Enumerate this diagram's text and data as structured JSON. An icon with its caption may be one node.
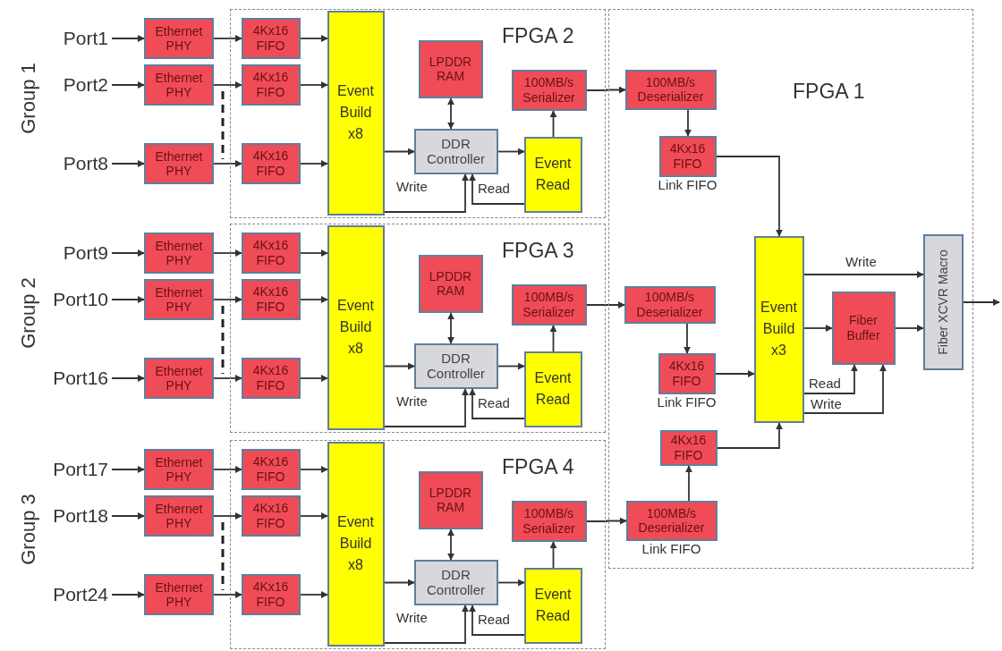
{
  "diagram": {
    "nodes": [
      {
        "text": [
          "Port1"
        ]
      },
      {
        "text": [
          "Port2"
        ]
      },
      {
        "text": [
          "Port8"
        ]
      },
      {
        "text": [
          "Ethernet PHY"
        ]
      },
      {
        "text": [
          "Ethernet PHY"
        ]
      },
      {
        "text": [
          "Ethernet PHY"
        ]
      },
      {
        "text": [
          "FPGA 2"
        ]
      },
      {
        "text": [
          "4Kx16 FIFO"
        ],
        "in": 6
      },
      {
        "text": [
          "4Kx16 FIFO"
        ],
        "in": 6
      },
      {
        "text": [
          "4Kx16 FIFO"
        ],
        "in": 6
      },
      {
        "text": [
          "Event Build x8"
        ],
        "in": 6
      },
      {
        "text": [
          "LPDDR RAM"
        ],
        "in": 6
      },
      {
        "text": [
          "DDR Controller"
        ],
        "in": 6
      },
      {
        "text": [
          "100MB/s Serializer"
        ],
        "in": 6
      },
      {
        "text": [
          "Event Read"
        ],
        "in": 6
      },
      {
        "text": [
          "Port9"
        ]
      },
      {
        "text": [
          "Port10"
        ]
      },
      {
        "text": [
          "Port16"
        ]
      },
      {
        "text": [
          "Ethernet PHY"
        ]
      },
      {
        "text": [
          "Ethernet PHY"
        ]
      },
      {
        "text": [
          "Ethernet PHY"
        ]
      },
      {
        "text": [
          "FPGA 3"
        ]
      },
      {
        "text": [
          "4Kx16 FIFO"
        ],
        "in": 21
      },
      {
        "text": [
          "4Kx16 FIFO"
        ],
        "in": 21
      },
      {
        "text": [
          "4Kx16 FIFO"
        ],
        "in": 21
      },
      {
        "text": [
          "Event Build x8"
        ],
        "in": 21
      },
      {
        "text": [
          "LPDDR RAM"
        ],
        "in": 21
      },
      {
        "text": [
          "DDR Controller"
        ],
        "in": 21
      },
      {
        "text": [
          "100MB/s Serializer"
        ],
        "in": 21
      },
      {
        "text": [
          "Event Read"
        ],
        "in": 21
      },
      {
        "text": [
          "Port17"
        ]
      },
      {
        "text": [
          "Port18"
        ]
      },
      {
        "text": [
          "Port24"
        ]
      },
      {
        "text": [
          "Ethernet PHY"
        ]
      },
      {
        "text": [
          "Ethernet PHY"
        ]
      },
      {
        "text": [
          "Ethernet PHY"
        ]
      },
      {
        "text": [
          "FPGA 4"
        ]
      },
      {
        "text": [
          "4Kx16 FIFO"
        ],
        "in": 36
      },
      {
        "text": [
          "4Kx16 FIFO"
        ],
        "in": 36
      },
      {
        "text": [
          "4Kx16 FIFO"
        ],
        "in": 36
      },
      {
        "text": [
          "Event Build x8"
        ],
        "in": 36
      },
      {
        "text": [
          "LPDDR RAM"
        ],
        "in": 36
      },
      {
        "text": [
          "DDR Controller"
        ],
        "in": 36
      },
      {
        "text": [
          "100MB/s Serializer"
        ],
        "in": 36
      },
      {
        "text": [
          "Event Read"
        ],
        "in": 36
      },
      {
        "text": [
          "FPGA 1"
        ]
      },
      {
        "text": [
          "100MB/s Deserializer"
        ],
        "in": 45
      },
      {
        "text": [
          "4Kx16 FIFO"
        ],
        "beside": [
          "Link FIFO"
        ],
        "in": 45
      },
      {
        "text": [
          "100MB/s Deserializer"
        ],
        "in": 45
      },
      {
        "text": [
          "4Kx16 FIFO"
        ],
        "beside": [
          "Link FIFO"
        ],
        "in": 45
      },
      {
        "text": [
          "4Kx16 FIFO"
        ],
        "in": 45
      },
      {
        "text": [
          "100MB/s Deserializer"
        ],
        "beside": [
          "Link FIFO"
        ],
        "in": 45
      },
      {
        "text": [
          "Event Build x3"
        ],
        "in": 45
      },
      {
        "text": [
          "Fiber Buffer"
        ],
        "in": 45
      },
      {
        "text": [
          "Fiber XCVR Macro"
        ],
        "in": 45
      }
    ],
    "edges": [
      {
        "from": 0,
        "to": 3,
        "arrow": "to"
      },
      {
        "from": 1,
        "to": 4,
        "arrow": "to"
      },
      {
        "from": 2,
        "to": 5,
        "arrow": "to"
      },
      {
        "from": 3,
        "to": 7,
        "arrow": "to"
      },
      {
        "from": 4,
        "to": 8,
        "arrow": "to"
      },
      {
        "from": 5,
        "to": 9,
        "arrow": "to"
      },
      {
        "from": 7,
        "to": 10,
        "arrow": "to"
      },
      {
        "from": 8,
        "to": 10,
        "arrow": "to"
      },
      {
        "from": 9,
        "to": 10,
        "arrow": "to"
      },
      {
        "from": 10,
        "to": 12,
        "arrow": "to"
      },
      {
        "from": 11,
        "to": 12,
        "arrow": "both"
      },
      {
        "from": 12,
        "to": 14,
        "arrow": "to"
      },
      {
        "from": 14,
        "to": 13,
        "arrow": "to"
      },
      {
        "from": 10,
        "to": 12,
        "arrow": "to",
        "label": "Write"
      },
      {
        "from": 14,
        "to": 12,
        "arrow": "to",
        "label": "Read"
      },
      {
        "from": 13,
        "to": 46,
        "arrow": "to"
      },
      {
        "from": 15,
        "to": 18,
        "arrow": "to"
      },
      {
        "from": 16,
        "to": 19,
        "arrow": "to"
      },
      {
        "from": 17,
        "to": 20,
        "arrow": "to"
      },
      {
        "from": 18,
        "to": 22,
        "arrow": "to"
      },
      {
        "from": 19,
        "to": 23,
        "arrow": "to"
      },
      {
        "from": 20,
        "to": 24,
        "arrow": "to"
      },
      {
        "from": 22,
        "to": 25,
        "arrow": "to"
      },
      {
        "from": 23,
        "to": 25,
        "arrow": "to"
      },
      {
        "from": 24,
        "to": 25,
        "arrow": "to"
      },
      {
        "from": 25,
        "to": 27,
        "arrow": "to"
      },
      {
        "from": 26,
        "to": 27,
        "arrow": "both"
      },
      {
        "from": 27,
        "to": 29,
        "arrow": "to"
      },
      {
        "from": 29,
        "to": 28,
        "arrow": "to"
      },
      {
        "from": 25,
        "to": 27,
        "arrow": "to",
        "label": "Write"
      },
      {
        "from": 29,
        "to": 27,
        "arrow": "to",
        "label": "Read"
      },
      {
        "from": 28,
        "to": 48,
        "arrow": "to"
      },
      {
        "from": 30,
        "to": 33,
        "arrow": "to"
      },
      {
        "from": 31,
        "to": 34,
        "arrow": "to"
      },
      {
        "from": 32,
        "to": 35,
        "arrow": "to"
      },
      {
        "from": 33,
        "to": 37,
        "arrow": "to"
      },
      {
        "from": 34,
        "to": 38,
        "arrow": "to"
      },
      {
        "from": 35,
        "to": 39,
        "arrow": "to"
      },
      {
        "from": 37,
        "to": 40,
        "arrow": "to"
      },
      {
        "from": 38,
        "to": 40,
        "arrow": "to"
      },
      {
        "from": 39,
        "to": 40,
        "arrow": "to"
      },
      {
        "from": 40,
        "to": 42,
        "arrow": "to"
      },
      {
        "from": 41,
        "to": 42,
        "arrow": "both"
      },
      {
        "from": 42,
        "to": 44,
        "arrow": "to"
      },
      {
        "from": 44,
        "to": 43,
        "arrow": "to"
      },
      {
        "from": 40,
        "to": 42,
        "arrow": "to",
        "label": "Write"
      },
      {
        "from": 44,
        "to": 42,
        "arrow": "to",
        "label": "Read"
      },
      {
        "from": 43,
        "to": 51,
        "arrow": "to"
      },
      {
        "from": 46,
        "to": 47,
        "arrow": "to"
      },
      {
        "from": 47,
        "to": 52,
        "arrow": "to"
      },
      {
        "from": 48,
        "to": 49,
        "arrow": "to"
      },
      {
        "from": 49,
        "to": 52,
        "arrow": "to"
      },
      {
        "from": 51,
        "to": 50,
        "arrow": "to"
      },
      {
        "from": 50,
        "to": 52,
        "arrow": "to"
      },
      {
        "from": 52,
        "to": 54,
        "arrow": "to",
        "label": "Write"
      },
      {
        "from": 52,
        "to": 53,
        "arrow": "to"
      },
      {
        "from": 53,
        "to": 54,
        "arrow": "to"
      },
      {
        "from": 52,
        "to": 53,
        "arrow": "to",
        "label": "Read"
      },
      {
        "from": 52,
        "to": 53,
        "arrow": "to",
        "label": "Write"
      },
      {
        "from": 54,
        "to": null,
        "arrow": "to"
      }
    ],
    "labels": [
      "Group 1",
      "Group 2",
      "Group 3"
    ]
  }
}
